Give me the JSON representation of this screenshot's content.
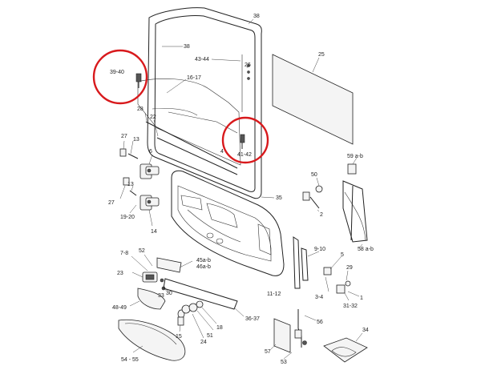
{
  "colors": {
    "ink": "#222222",
    "highlight": "#d8191c",
    "background": "#ffffff"
  },
  "callouts": [
    {
      "id": "c38a",
      "text": "38"
    },
    {
      "id": "c38b",
      "text": "38"
    },
    {
      "id": "c43",
      "text": "43-44"
    },
    {
      "id": "c26",
      "text": "26"
    },
    {
      "id": "c25",
      "text": "25"
    },
    {
      "id": "c3940",
      "text": "39-40"
    },
    {
      "id": "c1617",
      "text": "16-17"
    },
    {
      "id": "c28",
      "text": "28"
    },
    {
      "id": "c22",
      "text": "22"
    },
    {
      "id": "c4142",
      "text": "41-42"
    },
    {
      "id": "c4",
      "text": "4"
    },
    {
      "id": "c27a",
      "text": "27"
    },
    {
      "id": "c13a",
      "text": "13"
    },
    {
      "id": "c6",
      "text": "6"
    },
    {
      "id": "c59",
      "text": "59 a-b"
    },
    {
      "id": "c50",
      "text": "50"
    },
    {
      "id": "c35",
      "text": "35"
    },
    {
      "id": "c13b",
      "text": "13"
    },
    {
      "id": "c27b",
      "text": "27"
    },
    {
      "id": "c1920",
      "text": "19-20"
    },
    {
      "id": "c14",
      "text": "14"
    },
    {
      "id": "c2",
      "text": "2"
    },
    {
      "id": "c58",
      "text": "58 a-b"
    },
    {
      "id": "c910",
      "text": "9-10"
    },
    {
      "id": "c78",
      "text": "7-8"
    },
    {
      "id": "c52",
      "text": "52"
    },
    {
      "id": "c5",
      "text": "5"
    },
    {
      "id": "c29",
      "text": "29"
    },
    {
      "id": "c45",
      "text": "45a-b"
    },
    {
      "id": "c46",
      "text": "46a-b"
    },
    {
      "id": "c23",
      "text": "23"
    },
    {
      "id": "c30",
      "text": "30"
    },
    {
      "id": "c33",
      "text": "33"
    },
    {
      "id": "c1112",
      "text": "11-12"
    },
    {
      "id": "c34x",
      "text": "3-4"
    },
    {
      "id": "c1",
      "text": "1"
    },
    {
      "id": "c3132",
      "text": "31-32"
    },
    {
      "id": "c4849",
      "text": "48-49"
    },
    {
      "id": "c3637",
      "text": "36-37"
    },
    {
      "id": "c56",
      "text": "56"
    },
    {
      "id": "c51",
      "text": "51"
    },
    {
      "id": "c18",
      "text": "18"
    },
    {
      "id": "c15",
      "text": "15"
    },
    {
      "id": "c24",
      "text": "24"
    },
    {
      "id": "c34",
      "text": "34"
    },
    {
      "id": "c57",
      "text": "57"
    },
    {
      "id": "c5455",
      "text": "54 - 55"
    },
    {
      "id": "c53",
      "text": "53"
    }
  ]
}
